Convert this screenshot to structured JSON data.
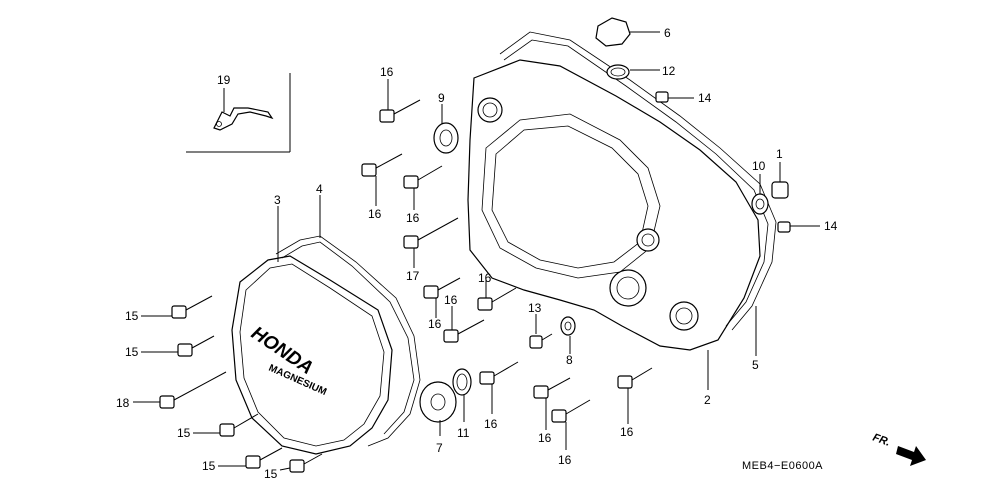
{
  "diagram": {
    "part_code": "MEB4−E0600A",
    "cover_text": {
      "brand": "HONDA",
      "material": "MAGNESIUM"
    },
    "direction_label": "FR.",
    "callouts": [
      {
        "id": "c1",
        "number": "1"
      },
      {
        "id": "c2",
        "number": "2"
      },
      {
        "id": "c3",
        "number": "3"
      },
      {
        "id": "c4",
        "number": "4"
      },
      {
        "id": "c5",
        "number": "5"
      },
      {
        "id": "c6",
        "number": "6"
      },
      {
        "id": "c7",
        "number": "7"
      },
      {
        "id": "c8",
        "number": "8"
      },
      {
        "id": "c9",
        "number": "9"
      },
      {
        "id": "c10",
        "number": "10"
      },
      {
        "id": "c11",
        "number": "11"
      },
      {
        "id": "c12",
        "number": "12"
      },
      {
        "id": "c13",
        "number": "13"
      },
      {
        "id": "c14a",
        "number": "14"
      },
      {
        "id": "c14b",
        "number": "14"
      },
      {
        "id": "c15a",
        "number": "15"
      },
      {
        "id": "c15b",
        "number": "15"
      },
      {
        "id": "c15c",
        "number": "15"
      },
      {
        "id": "c15d",
        "number": "15"
      },
      {
        "id": "c15e",
        "number": "15"
      },
      {
        "id": "c16a",
        "number": "16"
      },
      {
        "id": "c16b",
        "number": "16"
      },
      {
        "id": "c16c",
        "number": "16"
      },
      {
        "id": "c16d",
        "number": "16"
      },
      {
        "id": "c16e",
        "number": "16"
      },
      {
        "id": "c16f",
        "number": "16"
      },
      {
        "id": "c16g",
        "number": "16"
      },
      {
        "id": "c16h",
        "number": "16"
      },
      {
        "id": "c16i",
        "number": "16"
      },
      {
        "id": "c16j",
        "number": "16"
      },
      {
        "id": "c17",
        "number": "17"
      },
      {
        "id": "c18",
        "number": "18"
      },
      {
        "id": "c19",
        "number": "19"
      }
    ]
  }
}
